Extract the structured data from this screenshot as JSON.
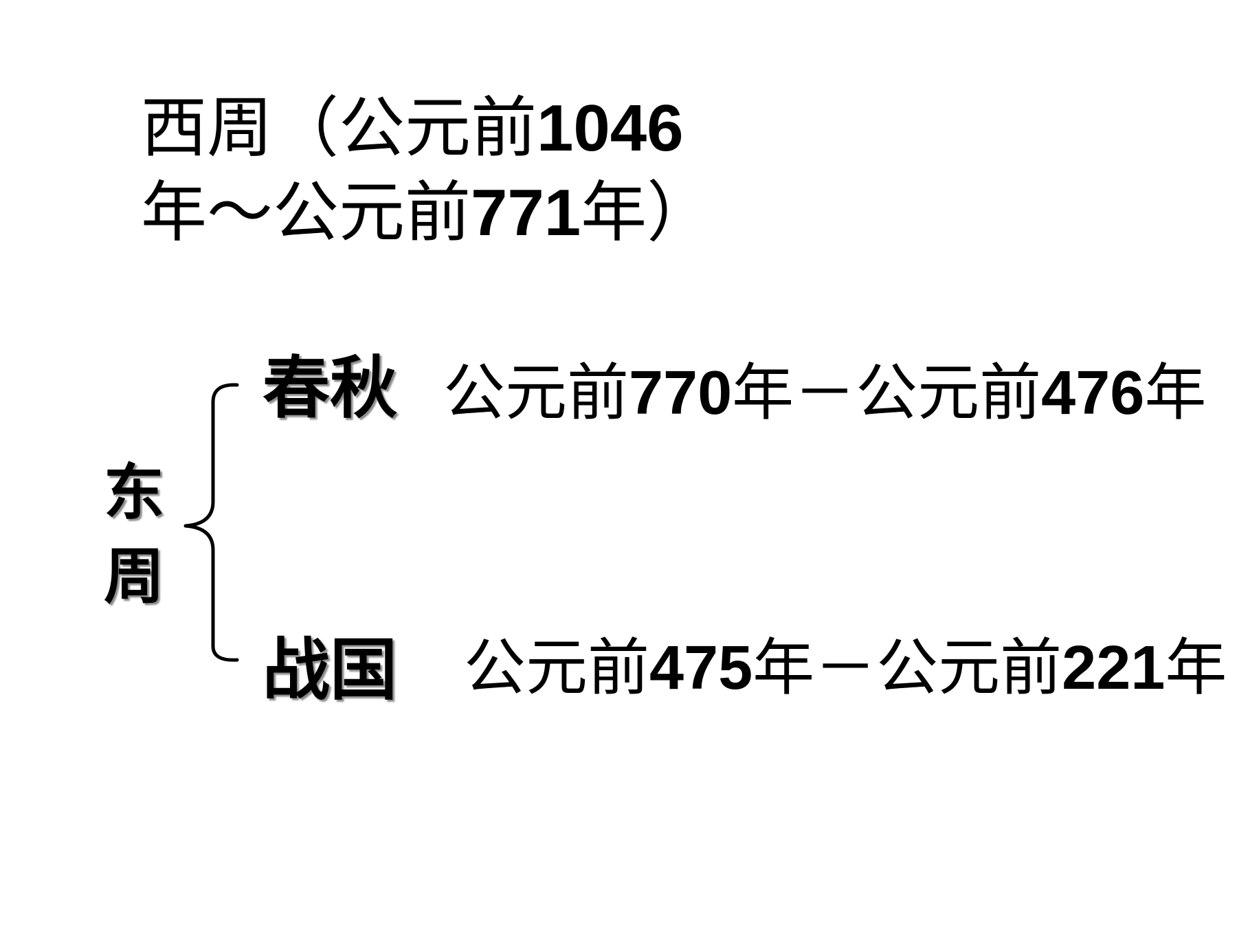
{
  "xizhou": {
    "line1": [
      "西周（公元前",
      "1046"
    ],
    "line2": [
      "年～公元前",
      "771",
      "年）"
    ]
  },
  "dongzhou": {
    "chars": [
      "东",
      "周"
    ]
  },
  "chunqiu": {
    "name": "春秋",
    "range": [
      "公元前",
      "770",
      "年－公元前",
      "476",
      "年"
    ]
  },
  "zhanguo": {
    "name": "战国",
    "range": [
      "公元前",
      "475",
      "年－公元前",
      "221",
      "年"
    ]
  }
}
